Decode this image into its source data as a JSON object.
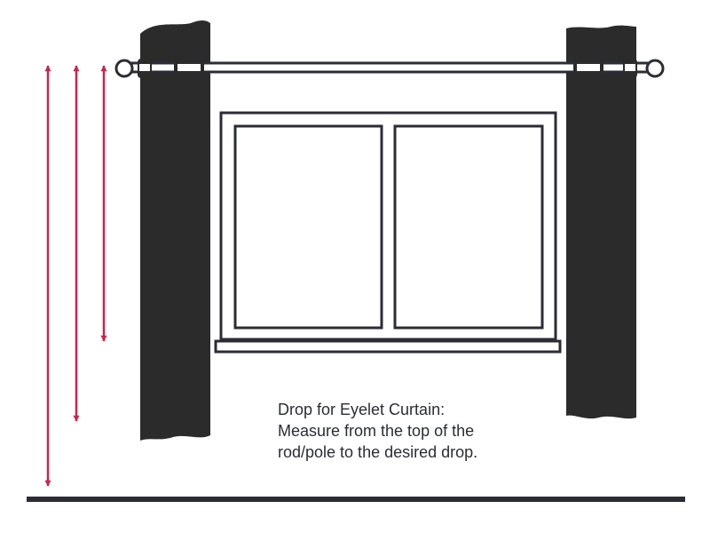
{
  "caption": {
    "lines": [
      "Drop for Eyelet Curtain:",
      "Measure from the top of the",
      "rod/pole to the desired drop."
    ]
  },
  "colors": {
    "curtain": "#2b2b2b",
    "outline": "#2b2d36",
    "arrow": "#c8254d",
    "floor": "#2b2d36",
    "background": "#ffffff"
  },
  "icons": {
    "rod": "curtain-rod-icon",
    "finial": "finial-icon",
    "eyelet": "eyelet-icon",
    "arrow": "double-headed-arrow-icon"
  }
}
